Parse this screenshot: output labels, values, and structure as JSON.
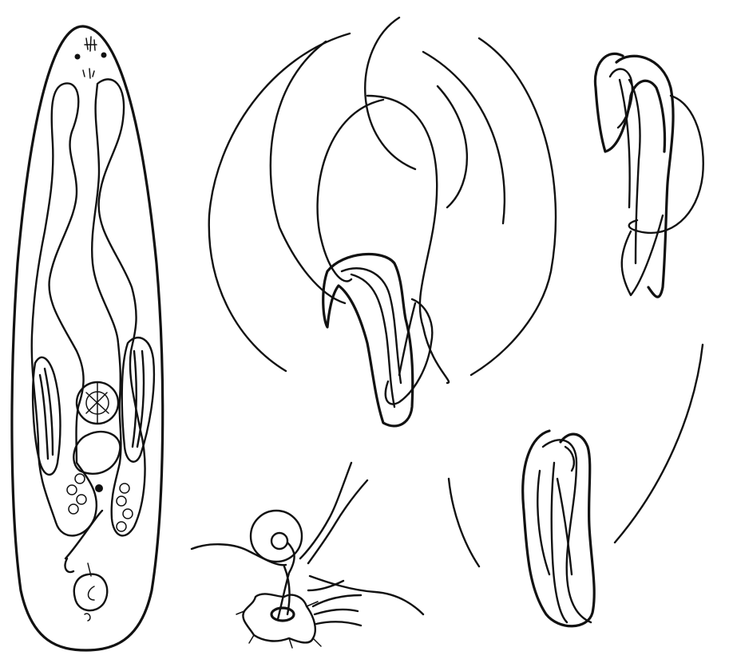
{
  "figure": {
    "panels": [
      {
        "id": "whole-worm"
      },
      {
        "id": "copulatory-apparatus"
      },
      {
        "id": "stylet-top-right"
      },
      {
        "id": "stylet-bottom-right"
      },
      {
        "id": "bursa-detail"
      }
    ],
    "ink_color": "#111111",
    "paper_color": "#ffffff"
  }
}
